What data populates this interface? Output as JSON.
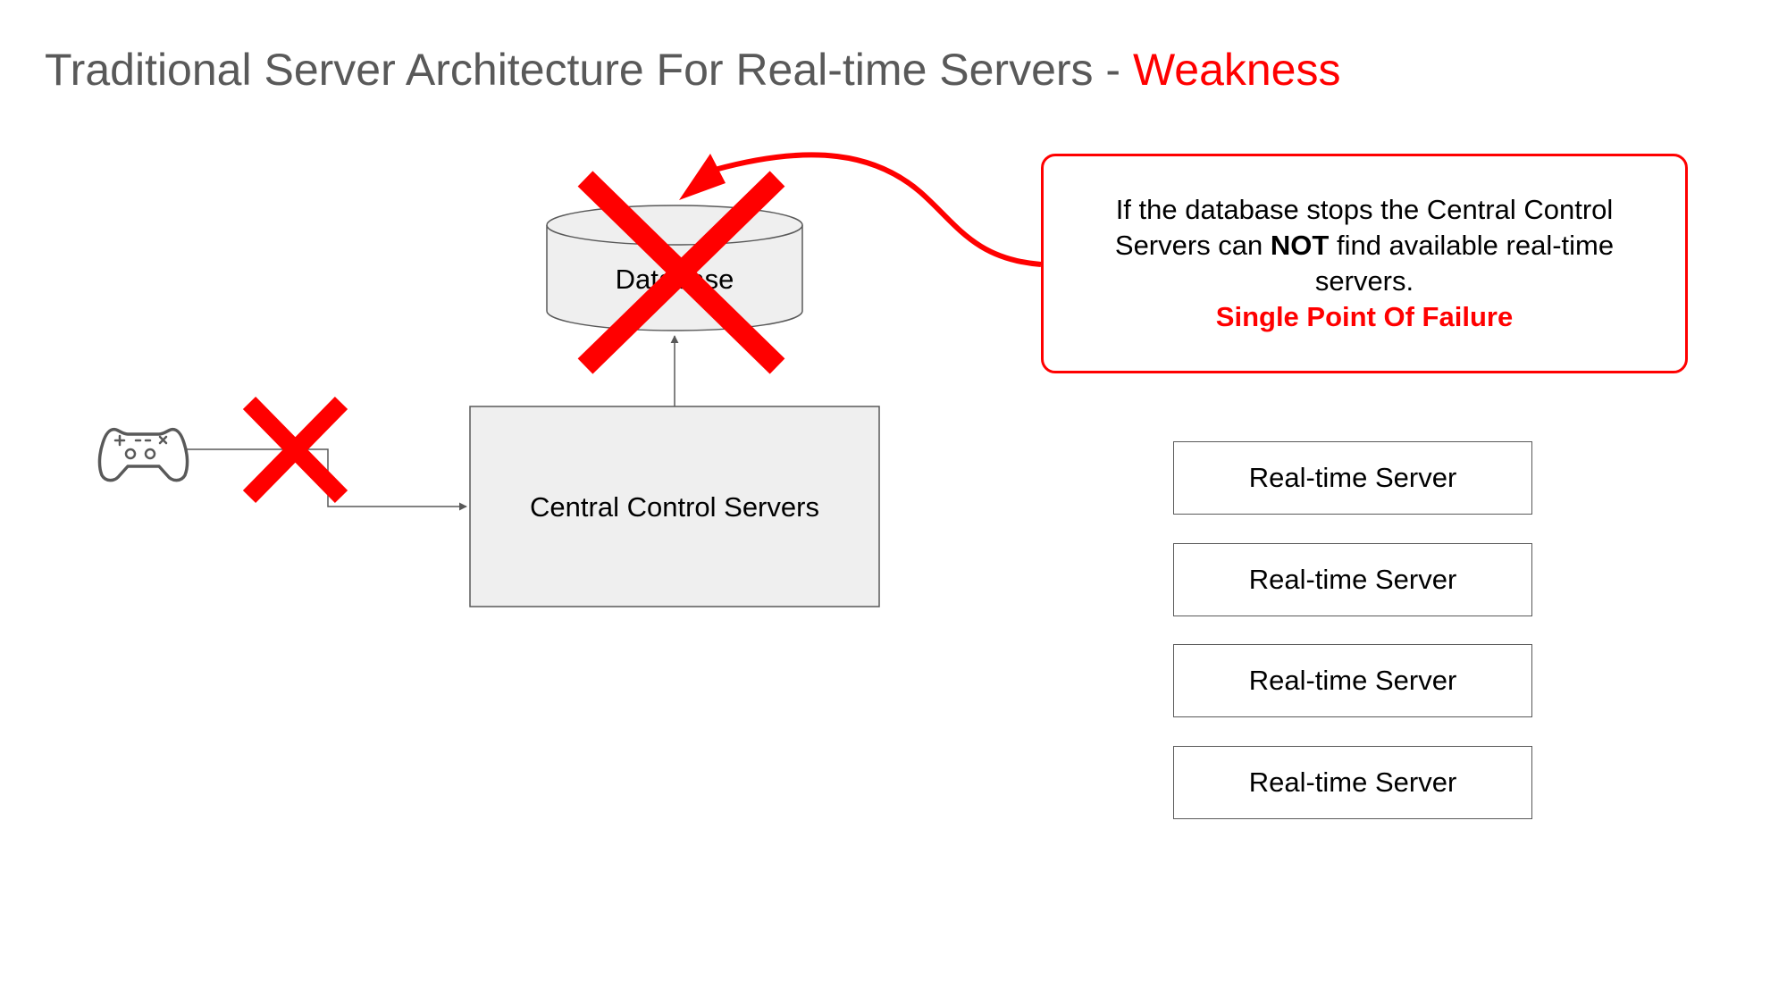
{
  "title": {
    "main": "Traditional Server Architecture For Real-time Servers - ",
    "accent": "Weakness",
    "accent_color": "#ff0000"
  },
  "diagram": {
    "database_label": "Database",
    "central_label": "Central Control Servers",
    "client_icon": "gamepad-icon",
    "failure_mark_icon": "red-x-icon"
  },
  "callout": {
    "text_part1": "If the database stops the Central Control Servers can ",
    "text_bold": "NOT",
    "text_part2": " find available real-time servers.",
    "failure_text": "Single Point Of Failure"
  },
  "realtime_servers": [
    {
      "label": "Real-time Server"
    },
    {
      "label": "Real-time Server"
    },
    {
      "label": "Real-time Server"
    },
    {
      "label": "Real-time Server"
    }
  ]
}
